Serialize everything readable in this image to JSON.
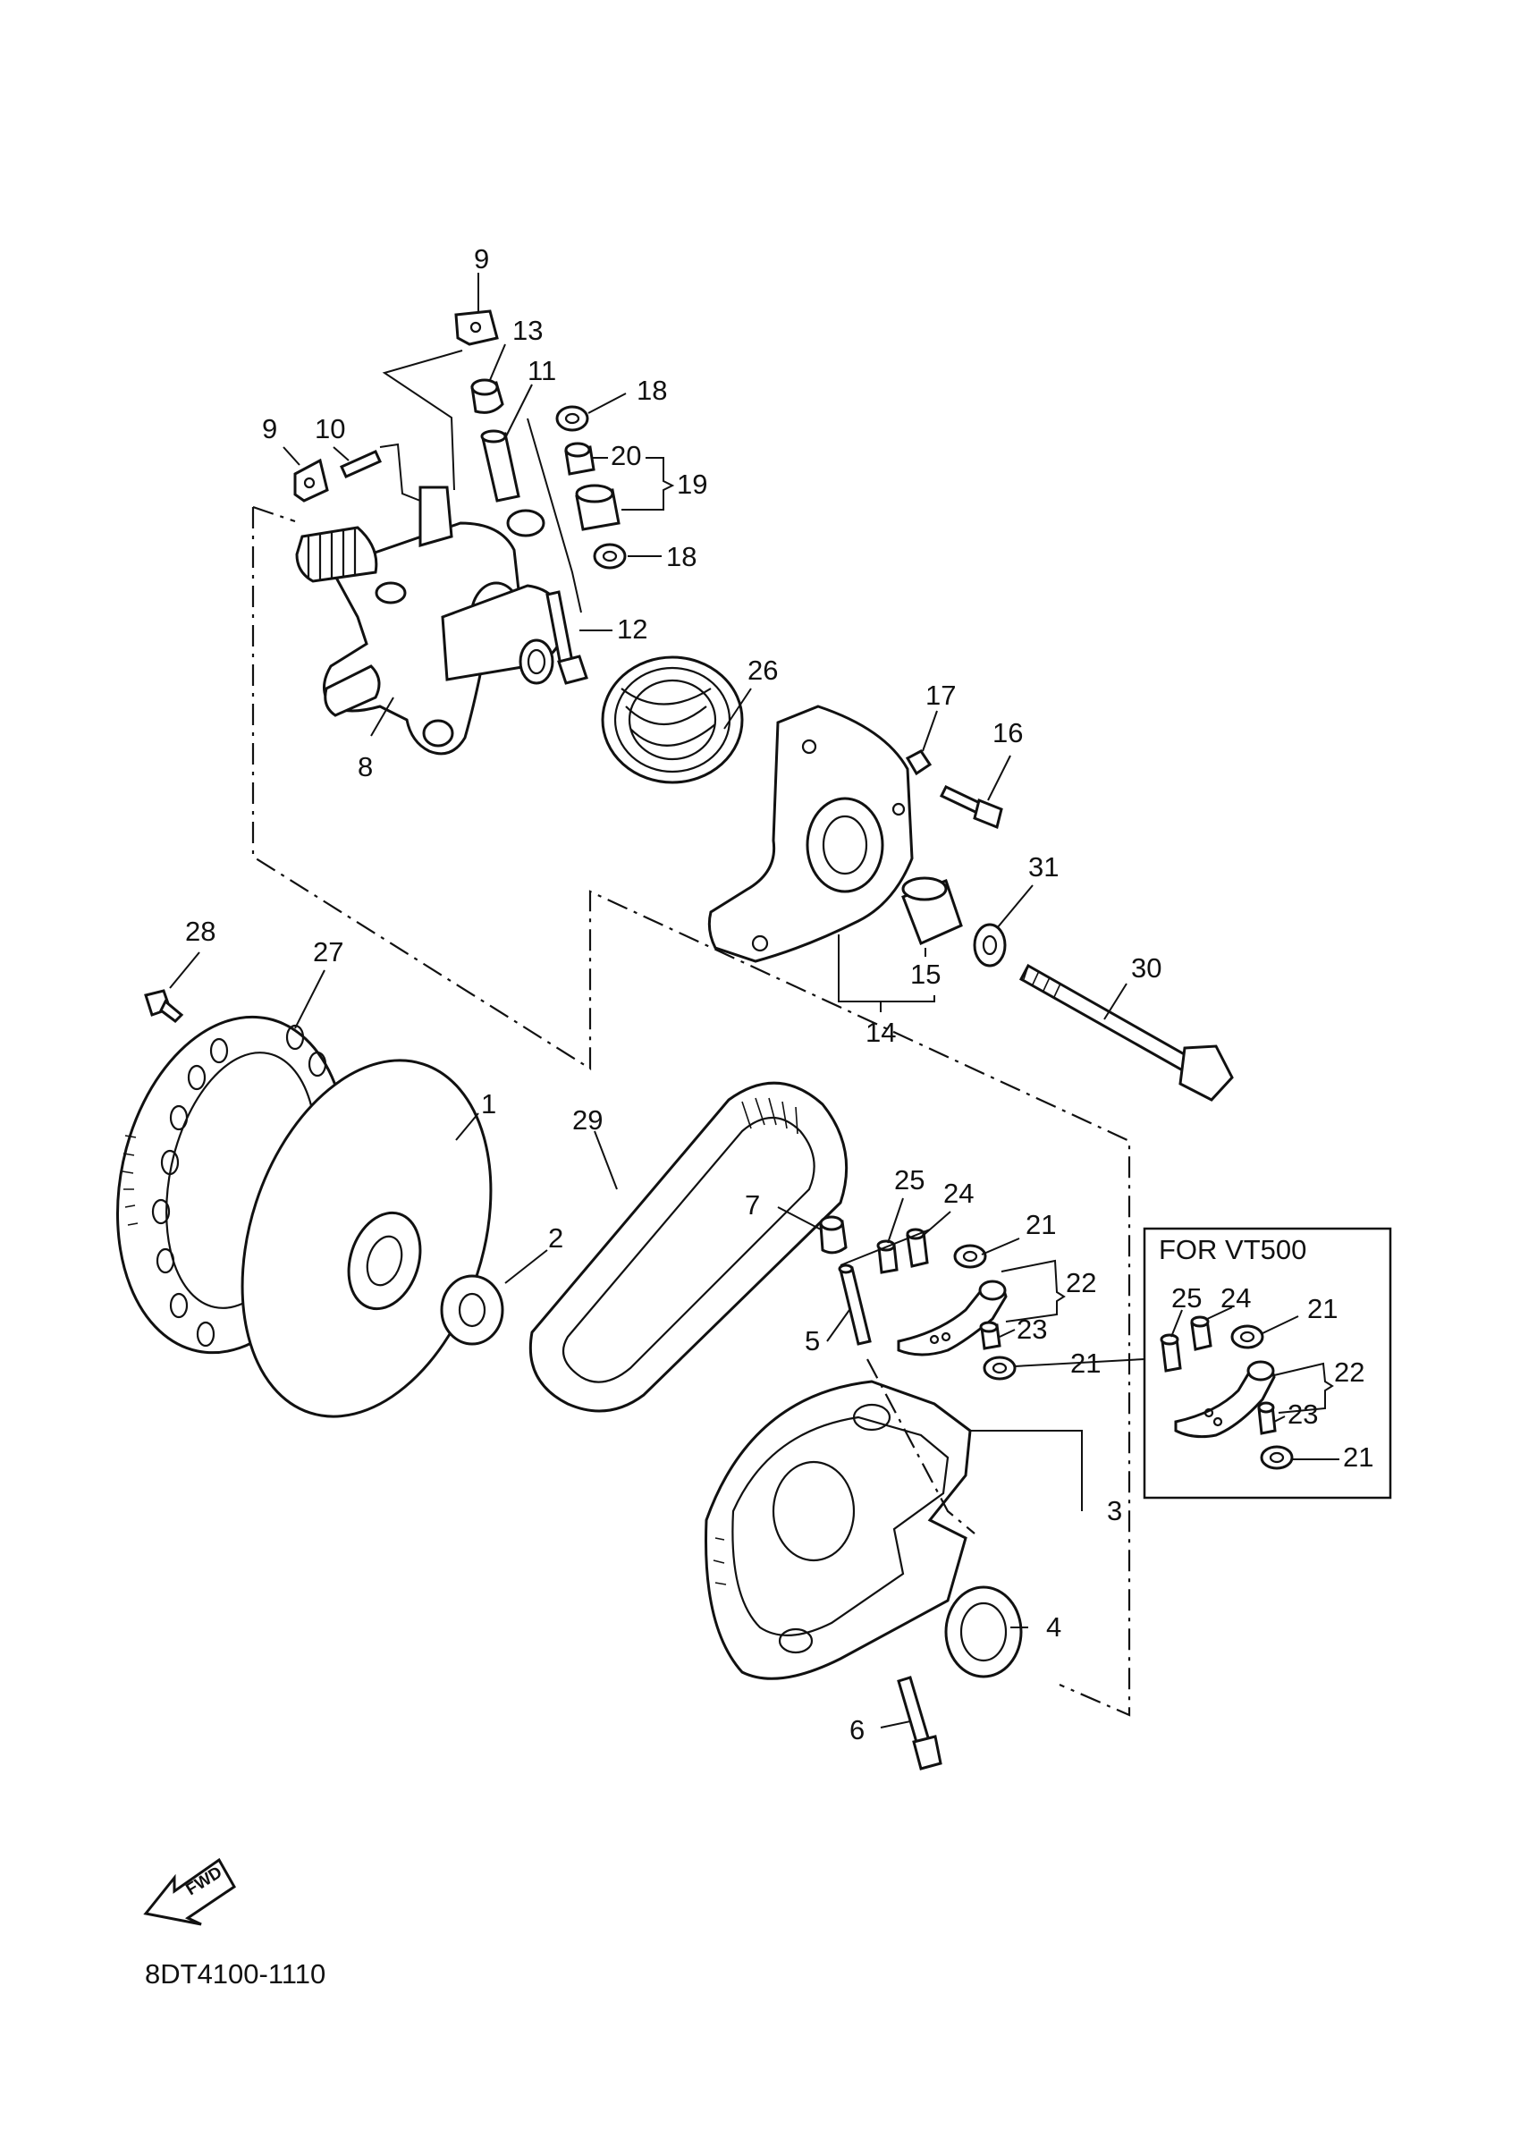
{
  "diagram": {
    "title": "",
    "code": "8DT4100-1110",
    "direction_label": "FWD",
    "inset_title": "FOR VT500",
    "callouts": [
      {
        "id": "c9a",
        "text": "9"
      },
      {
        "id": "c13",
        "text": "13"
      },
      {
        "id": "c11",
        "text": "11"
      },
      {
        "id": "c18a",
        "text": "18"
      },
      {
        "id": "c9b",
        "text": "9"
      },
      {
        "id": "c10",
        "text": "10"
      },
      {
        "id": "c20",
        "text": "20"
      },
      {
        "id": "c19",
        "text": "19"
      },
      {
        "id": "c18b",
        "text": "18"
      },
      {
        "id": "c12",
        "text": "12"
      },
      {
        "id": "c26",
        "text": "26"
      },
      {
        "id": "c17",
        "text": "17"
      },
      {
        "id": "c16",
        "text": "16"
      },
      {
        "id": "c8",
        "text": "8"
      },
      {
        "id": "c31",
        "text": "31"
      },
      {
        "id": "c28",
        "text": "28"
      },
      {
        "id": "c27",
        "text": "27"
      },
      {
        "id": "c15",
        "text": "15"
      },
      {
        "id": "c30",
        "text": "30"
      },
      {
        "id": "c14",
        "text": "14"
      },
      {
        "id": "c1",
        "text": "1"
      },
      {
        "id": "c29",
        "text": "29"
      },
      {
        "id": "c25a",
        "text": "25"
      },
      {
        "id": "c24a",
        "text": "24"
      },
      {
        "id": "c7",
        "text": "7"
      },
      {
        "id": "c21a",
        "text": "21"
      },
      {
        "id": "c2",
        "text": "2"
      },
      {
        "id": "c22a",
        "text": "22"
      },
      {
        "id": "c23a",
        "text": "23"
      },
      {
        "id": "c5",
        "text": "5"
      },
      {
        "id": "c21b",
        "text": "21"
      },
      {
        "id": "c3",
        "text": "3"
      },
      {
        "id": "c4",
        "text": "4"
      },
      {
        "id": "c6",
        "text": "6"
      },
      {
        "id": "c25b",
        "text": "25"
      },
      {
        "id": "c24b",
        "text": "24"
      },
      {
        "id": "c21c",
        "text": "21"
      },
      {
        "id": "c22b",
        "text": "22"
      },
      {
        "id": "c23b",
        "text": "23"
      },
      {
        "id": "c21d",
        "text": "21"
      }
    ]
  }
}
